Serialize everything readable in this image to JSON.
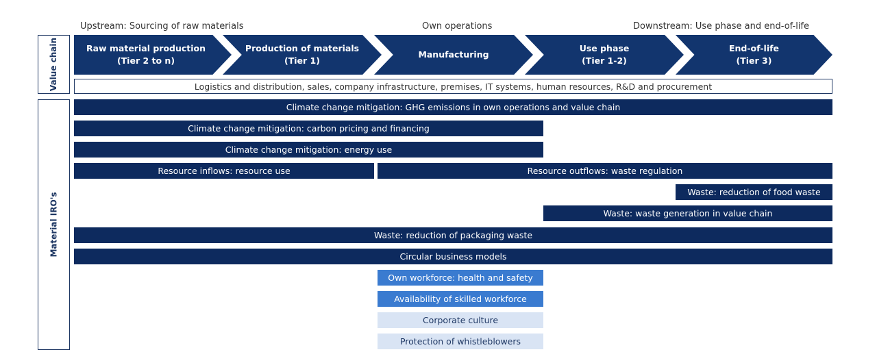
{
  "headers": {
    "upstream": "Upstream: Sourcing of raw materials",
    "own": "Own operations",
    "downstream": "Downstream: Use phase and end-of-life"
  },
  "side_labels": {
    "value_chain": "Value chain",
    "material_iros": "Material IRO's"
  },
  "value_chain": [
    "Raw material production\n(Tier 2 to n)",
    "Production of materials\n(Tier 1)",
    "Manufacturing",
    "Use phase\n(Tier 1-2)",
    "End-of-life\n(Tier 3)"
  ],
  "support": "Logistics and distribution, sales, company infrastructure, premises, IT systems, human resources, R&D and procurement",
  "iros": [
    "Climate change mitigation: GHG emissions in own operations and value chain",
    "Climate change mitigation: carbon pricing and financing",
    "Climate change mitigation: energy use",
    "Resource inflows: resource use",
    "Resource outflows: waste regulation",
    "Waste: reduction of food waste",
    "Waste: waste generation in value chain",
    "Waste: reduction of packaging waste",
    "Circular business models",
    "Own workforce: health and safety",
    "Availability of skilled workforce",
    "Corporate culture",
    "Protection of whistleblowers"
  ],
  "colors": {
    "dark": "#0d2a5e",
    "chevron": "#12356e",
    "medium": "#3a7bd0",
    "light": "#d9e4f4"
  }
}
